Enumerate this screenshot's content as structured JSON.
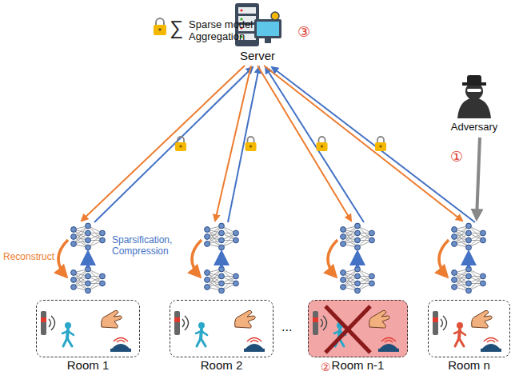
{
  "diagram": {
    "nodes": [
      {
        "text": [
          "Server"
        ]
      },
      {
        "text": [
          "Adversary"
        ]
      },
      {
        "text": [
          "Room 1"
        ]
      },
      {
        "text": [
          "Room 2"
        ]
      },
      {
        "text": [
          "Room n-1"
        ]
      },
      {
        "text": [
          "Room n"
        ]
      }
    ],
    "labels": [
      "∑",
      "Sparse model Aggregation",
      "③",
      "①",
      "Reconstruct",
      "Sparsification, Compression",
      "...",
      "②"
    ]
  }
}
